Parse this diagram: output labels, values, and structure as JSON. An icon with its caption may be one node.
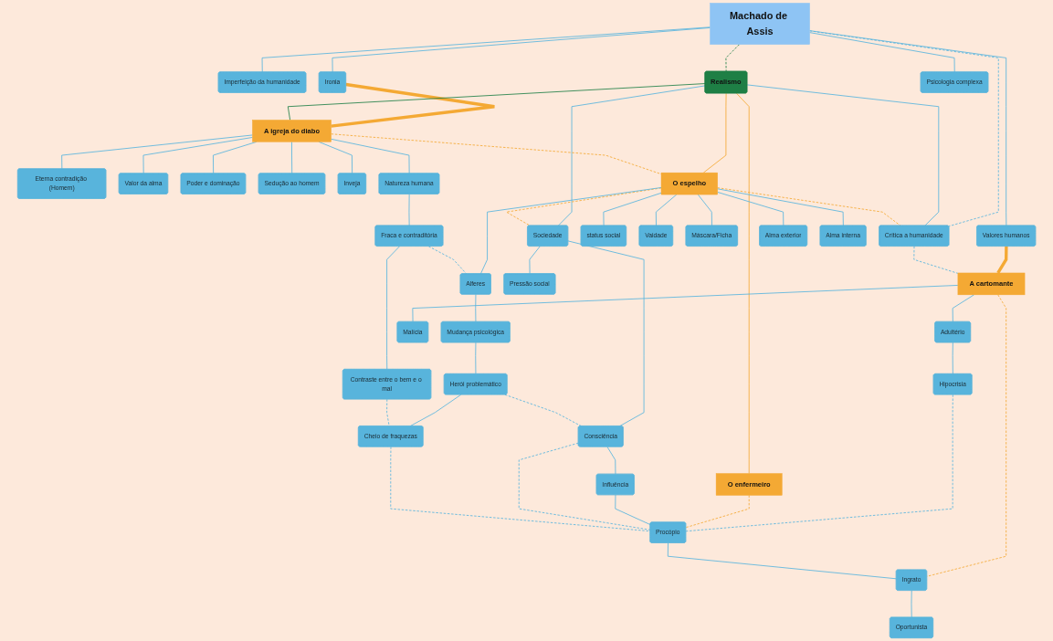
{
  "diagram": {
    "nodes": [
      {
        "text": [
          "Machado de Assis"
        ]
      },
      {
        "text": [
          "Imperfeição da humanidade"
        ]
      },
      {
        "text": [
          "Ironia"
        ]
      },
      {
        "text": [
          "Psicologia complexa"
        ]
      },
      {
        "text": [
          "Valores humanos"
        ]
      },
      {
        "text": [
          "Realismo"
        ]
      },
      {
        "text": [
          "A cartomante"
        ]
      },
      {
        "text": [
          "Eterna contradição (Homem)"
        ]
      },
      {
        "text": [
          "Valor da alma"
        ]
      },
      {
        "text": [
          "Poder e dominação"
        ]
      },
      {
        "text": [
          "Sedução ao homem"
        ]
      },
      {
        "text": [
          "Inveja"
        ]
      },
      {
        "text": [
          "A igreja do diabo"
        ]
      },
      {
        "text": [
          "O espelho"
        ]
      },
      {
        "text": [
          "Crítica a humanidade"
        ]
      },
      {
        "text": [
          "Sociedade"
        ]
      },
      {
        "text": [
          "Adultério"
        ]
      },
      {
        "text": [
          "Hipocrisia"
        ]
      },
      {
        "text": [
          "Natureza humana"
        ]
      },
      {
        "text": [
          "status social"
        ]
      },
      {
        "text": [
          "Malícia"
        ]
      },
      {
        "text": [
          "Vaidade"
        ]
      },
      {
        "text": [
          "O enfermeiro"
        ]
      },
      {
        "text": [
          "Máscara/Ficha"
        ]
      },
      {
        "text": [
          "Fraca e contraditória"
        ]
      },
      {
        "text": [
          "Alferes"
        ]
      },
      {
        "text": [
          "Alma exterior"
        ]
      },
      {
        "text": [
          "Alma interna"
        ]
      },
      {
        "text": [
          "Pressão social"
        ]
      },
      {
        "text": [
          "Consciência"
        ]
      },
      {
        "text": [
          "Procópio"
        ]
      },
      {
        "text": [
          "Ingrato"
        ]
      },
      {
        "text": [
          "Mudança psicológica"
        ]
      },
      {
        "text": [
          "Oportunista"
        ]
      },
      {
        "text": [
          "Contraste entre o bem e o mal"
        ]
      },
      {
        "text": [
          "Herói problemático"
        ]
      },
      {
        "text": [
          "Influência"
        ]
      },
      {
        "text": [
          "Cheio de fraquezas"
        ]
      }
    ],
    "edges": [
      {
        "from": 0,
        "to": 1,
        "arrow": "none"
      },
      {
        "from": 0,
        "to": 2,
        "arrow": "none"
      },
      {
        "from": 0,
        "to": 3,
        "arrow": "none"
      },
      {
        "from": 0,
        "to": 4,
        "arrow": "none"
      },
      {
        "from": 0,
        "to": 5,
        "arrow": "none",
        "style": "dashed",
        "color": "#1e7f45"
      },
      {
        "from": 0,
        "to": 14,
        "arrow": "none",
        "style": "dashed"
      },
      {
        "from": 2,
        "to": 12,
        "arrow": "none",
        "style": "thick",
        "color": "#f4a934"
      },
      {
        "from": 4,
        "to": 6,
        "arrow": "none",
        "style": "thick",
        "color": "#f4a934"
      },
      {
        "from": 5,
        "to": 12,
        "arrow": "none",
        "color": "#1e7f45"
      },
      {
        "from": 5,
        "to": 13,
        "arrow": "none",
        "color": "#f4a934"
      },
      {
        "from": 5,
        "to": 22,
        "arrow": "none",
        "color": "#f4a934"
      },
      {
        "from": 5,
        "to": 14,
        "arrow": "none"
      },
      {
        "from": 5,
        "to": 15,
        "arrow": "none"
      },
      {
        "from": 12,
        "to": 13,
        "arrow": "none",
        "style": "dashed",
        "color": "#f4a934"
      },
      {
        "from": 13,
        "to": 14,
        "arrow": "none",
        "style": "dashed",
        "color": "#f4a934"
      },
      {
        "from": 13,
        "to": 15,
        "arrow": "none",
        "style": "dashed",
        "color": "#f4a934"
      },
      {
        "from": 14,
        "to": 6,
        "arrow": "none",
        "style": "dashed"
      },
      {
        "from": 12,
        "to": 7,
        "arrow": "none"
      },
      {
        "from": 12,
        "to": 8,
        "arrow": "none"
      },
      {
        "from": 12,
        "to": 9,
        "arrow": "none"
      },
      {
        "from": 12,
        "to": 10,
        "arrow": "none"
      },
      {
        "from": 12,
        "to": 11,
        "arrow": "none"
      },
      {
        "from": 12,
        "to": 18,
        "arrow": "none"
      },
      {
        "from": 6,
        "to": 16,
        "arrow": "none"
      },
      {
        "from": 6,
        "to": 20,
        "arrow": "none"
      },
      {
        "from": 16,
        "to": 17,
        "arrow": "none"
      },
      {
        "from": 6,
        "to": 31,
        "arrow": "none",
        "style": "dashed",
        "color": "#f4a934"
      },
      {
        "from": 17,
        "to": 30,
        "arrow": "none",
        "style": "dashed"
      },
      {
        "from": 13,
        "to": 21,
        "arrow": "none"
      },
      {
        "from": 13,
        "to": 19,
        "arrow": "none"
      },
      {
        "from": 13,
        "to": 23,
        "arrow": "none"
      },
      {
        "from": 13,
        "to": 25,
        "arrow": "none"
      },
      {
        "from": 13,
        "to": 26,
        "arrow": "none"
      },
      {
        "from": 13,
        "to": 27,
        "arrow": "none"
      },
      {
        "from": 15,
        "to": 28,
        "arrow": "none"
      },
      {
        "from": 15,
        "to": 29,
        "arrow": "none"
      },
      {
        "from": 22,
        "to": 30,
        "arrow": "none",
        "style": "dashed",
        "color": "#f4a934"
      },
      {
        "from": 18,
        "to": 24,
        "arrow": "none"
      },
      {
        "from": 24,
        "to": 34,
        "arrow": "none"
      },
      {
        "from": 24,
        "to": 25,
        "arrow": "none",
        "style": "dashed"
      },
      {
        "from": 25,
        "to": 32,
        "arrow": "none"
      },
      {
        "from": 32,
        "to": 35,
        "arrow": "none"
      },
      {
        "from": 35,
        "to": 37,
        "arrow": "none"
      },
      {
        "from": 35,
        "to": 29,
        "arrow": "none",
        "style": "dashed"
      },
      {
        "from": 29,
        "to": 36,
        "arrow": "none"
      },
      {
        "from": 36,
        "to": 30,
        "arrow": "none"
      },
      {
        "from": 29,
        "to": 30,
        "arrow": "none",
        "style": "dashed"
      },
      {
        "from": 30,
        "to": 31,
        "arrow": "none"
      },
      {
        "from": 31,
        "to": 33,
        "arrow": "none"
      },
      {
        "from": 34,
        "to": 37,
        "arrow": "none",
        "style": "dashed"
      },
      {
        "from": 37,
        "to": 30,
        "arrow": "none",
        "style": "dashed"
      }
    ]
  }
}
